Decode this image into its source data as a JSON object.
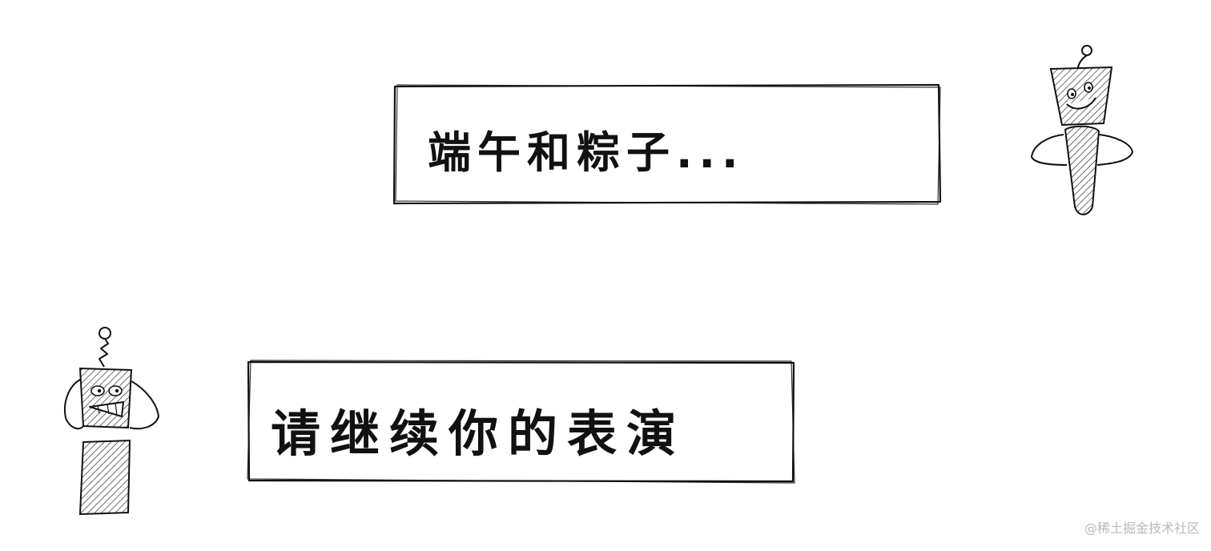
{
  "dialog": {
    "top_line": "端午和粽子...",
    "bottom_line": "请继续你的表演"
  },
  "watermark": "@稀土掘金技术社区",
  "characters": {
    "right_robot": "smiling-robot-icon",
    "left_robot": "grimacing-robot-icon"
  },
  "colors": {
    "ink": "#111111",
    "watermark": "#b7b9bf",
    "background": "#ffffff"
  }
}
